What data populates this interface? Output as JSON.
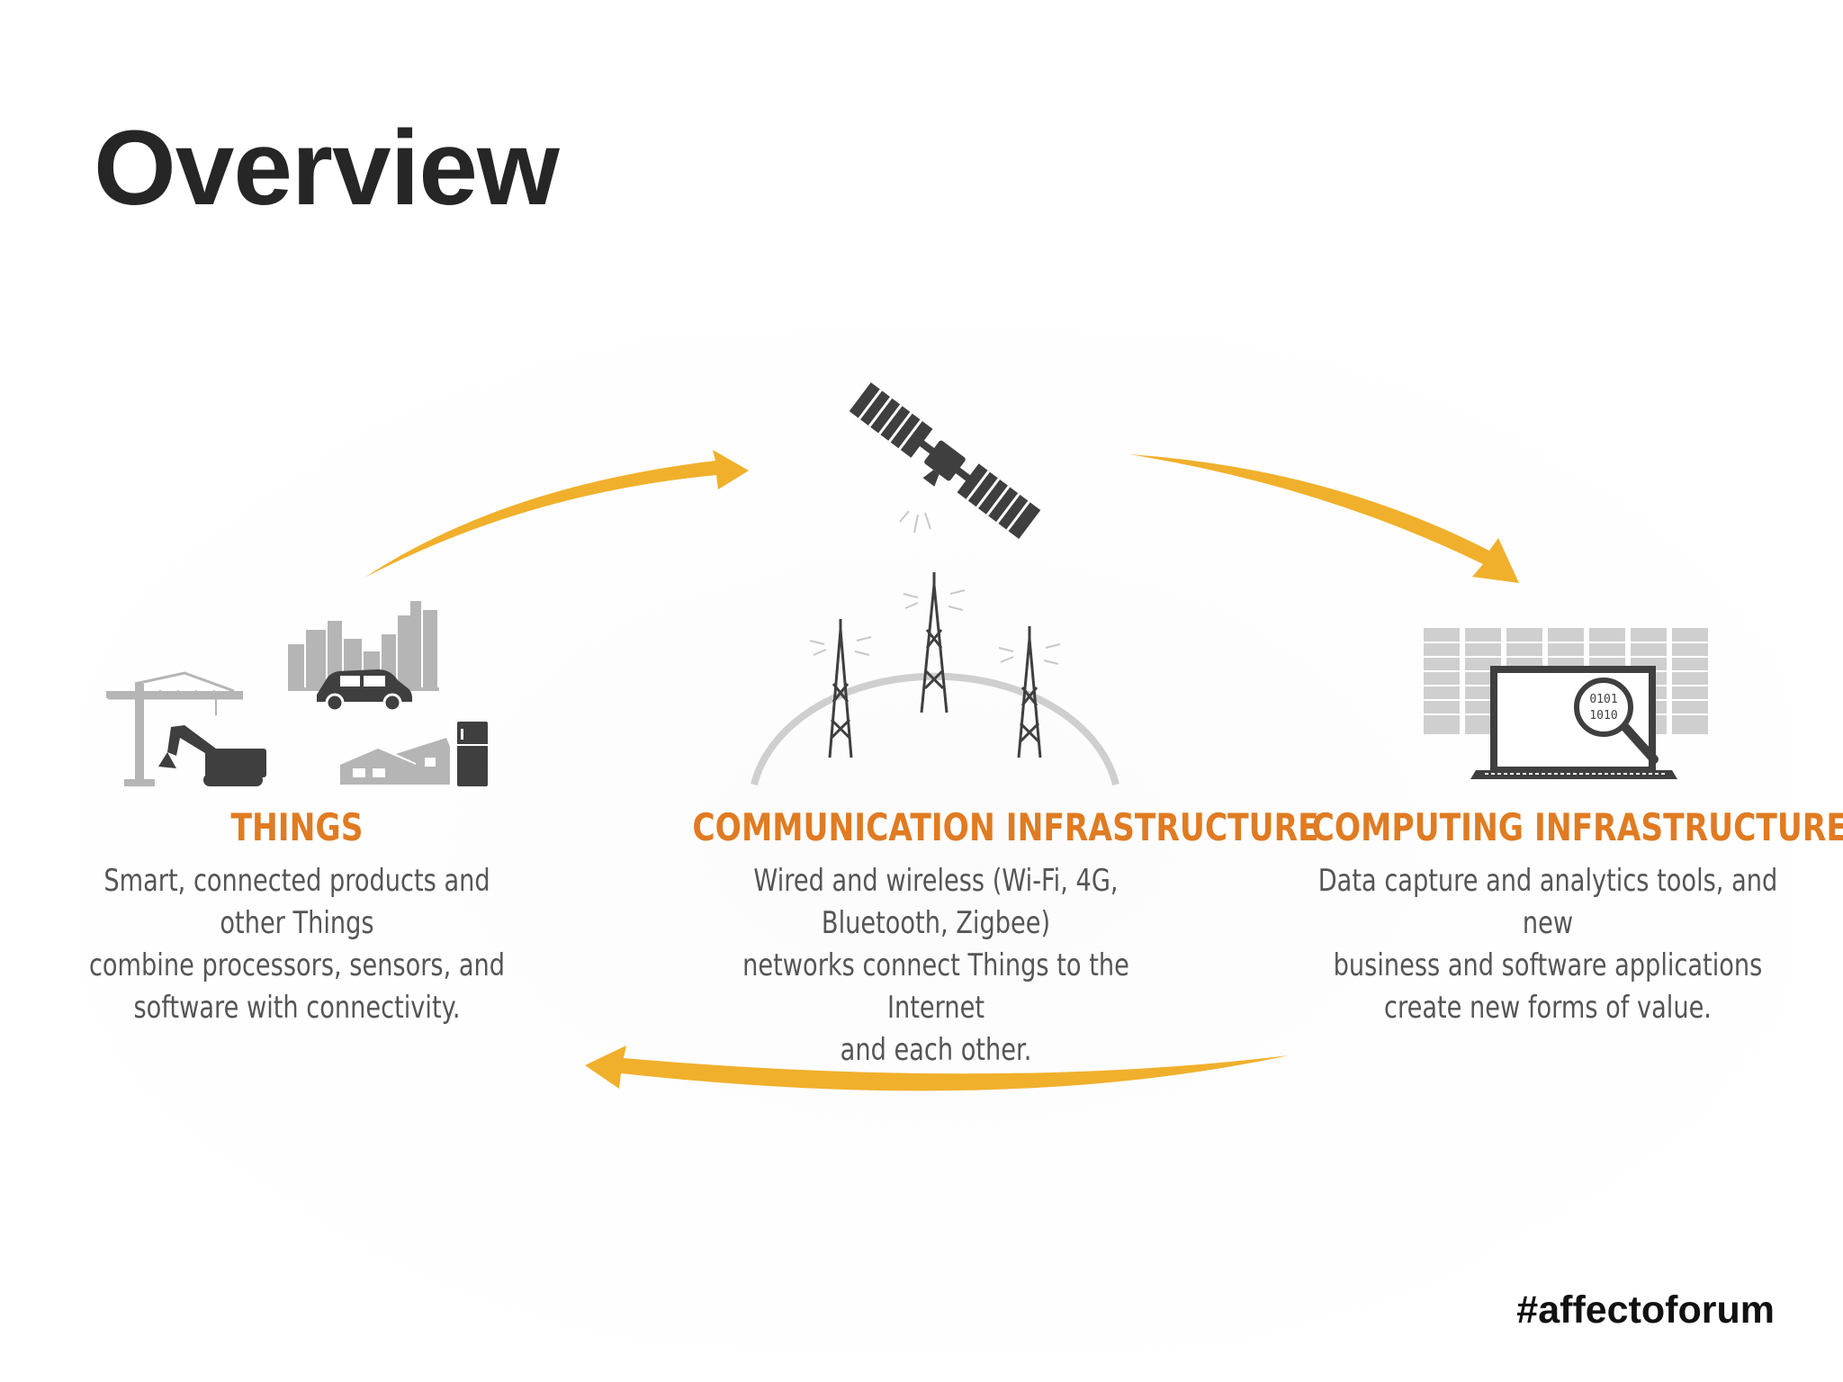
{
  "slide": {
    "title": "Overview",
    "hashtag": "#affectoforum"
  },
  "diagram": {
    "accent_color": "#e07b22",
    "arrow_color": "#f0b02c",
    "icon_color": "#3f3f3f",
    "icon_light_color": "#b5b5b5",
    "stages": [
      {
        "heading": "THINGS",
        "text": "Smart, connected products and other Things\ncombine processors, sensors, and\nsoftware with connectivity.",
        "icons": [
          "crane-icon",
          "excavator-icon",
          "city-skyline-icon",
          "car-icon",
          "house-icon",
          "refrigerator-icon"
        ]
      },
      {
        "heading": "COMMUNICATION INFRASTRUCTURE",
        "text": "Wired and wireless (Wi-Fi, 4G, Bluetooth, Zigbee)\nnetworks connect Things to the Internet\nand each other.",
        "icons": [
          "satellite-icon",
          "radio-tower-icon"
        ]
      },
      {
        "heading": "COMPUTING INFRASTRUCTURE",
        "text": "Data capture and analytics tools, and new\nbusiness and software applications\ncreate new forms of value.",
        "icons": [
          "server-rack-icon",
          "laptop-icon",
          "magnifier-icon"
        ],
        "magnifier_text": [
          "0101",
          "1010"
        ]
      }
    ]
  }
}
